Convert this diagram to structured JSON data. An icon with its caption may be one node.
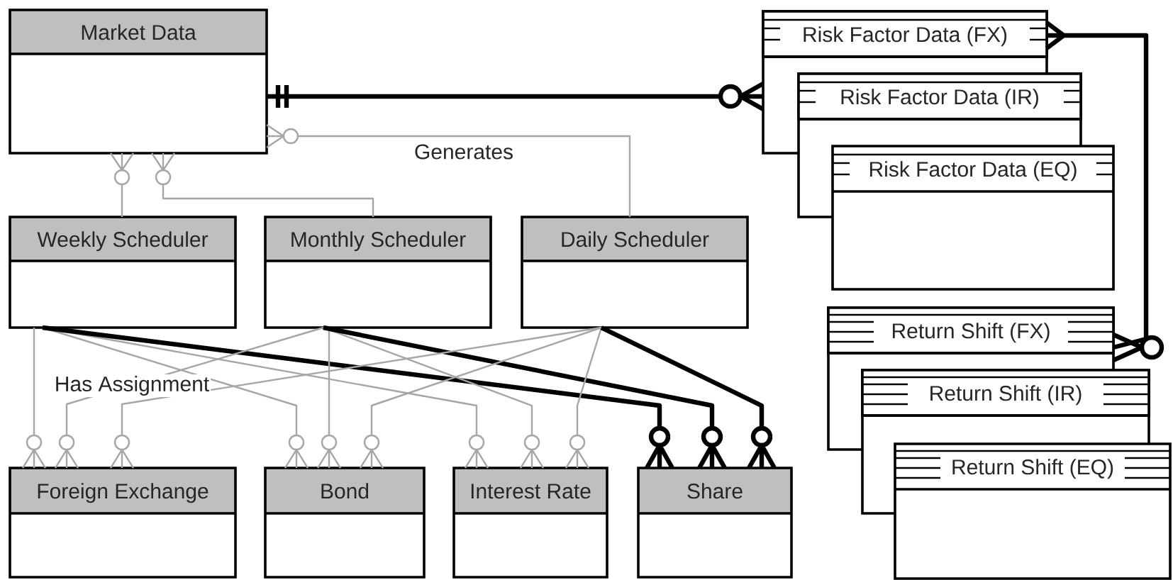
{
  "diagram": {
    "nodes": [
      {
        "text": [
          "Market Data"
        ]
      },
      {
        "text": [
          "Risk Factor Data (FX)"
        ]
      },
      {
        "text": [
          "Risk Factor Data (IR)"
        ]
      },
      {
        "text": [
          "Risk Factor Data (EQ)"
        ]
      },
      {
        "text": [
          "Weekly Scheduler"
        ]
      },
      {
        "text": [
          "Monthly Scheduler"
        ]
      },
      {
        "text": [
          "Daily Scheduler"
        ]
      },
      {
        "text": [
          "Return Shift (FX)"
        ]
      },
      {
        "text": [
          "Return Shift (IR)"
        ]
      },
      {
        "text": [
          "Return Shift (EQ)"
        ]
      },
      {
        "text": [
          "Foreign Exchange"
        ]
      },
      {
        "text": [
          "Bond"
        ]
      },
      {
        "text": [
          "Interest Rate"
        ]
      },
      {
        "text": [
          "Share"
        ]
      }
    ],
    "edges": [
      {
        "from": 0,
        "to": 1,
        "arrow": "other",
        "style": "thick",
        "color": "#000000"
      },
      {
        "from": 4,
        "to": 0,
        "arrow": "other"
      },
      {
        "from": 5,
        "to": 0,
        "arrow": "other"
      },
      {
        "from": 6,
        "to": 0,
        "arrow": "other",
        "label": "Generates"
      },
      {
        "from": 1,
        "to": 7,
        "arrow": "other",
        "style": "thick",
        "color": "#000000"
      },
      {
        "from": 4,
        "to": 10,
        "arrow": "other"
      },
      {
        "from": 4,
        "to": 11,
        "arrow": "other"
      },
      {
        "from": 4,
        "to": 12,
        "arrow": "other"
      },
      {
        "from": 4,
        "to": 13,
        "arrow": "other",
        "style": "thick",
        "color": "#000000"
      },
      {
        "from": 5,
        "to": 10,
        "arrow": "other"
      },
      {
        "from": 5,
        "to": 11,
        "arrow": "other"
      },
      {
        "from": 5,
        "to": 12,
        "arrow": "other"
      },
      {
        "from": 5,
        "to": 13,
        "arrow": "other",
        "style": "thick",
        "color": "#000000"
      },
      {
        "from": 6,
        "to": 10,
        "arrow": "other"
      },
      {
        "from": 6,
        "to": 11,
        "arrow": "other"
      },
      {
        "from": 6,
        "to": 12,
        "arrow": "other"
      },
      {
        "from": 6,
        "to": 13,
        "arrow": "other",
        "style": "thick",
        "color": "#000000"
      }
    ],
    "labels": [
      "Has Assignment"
    ]
  }
}
